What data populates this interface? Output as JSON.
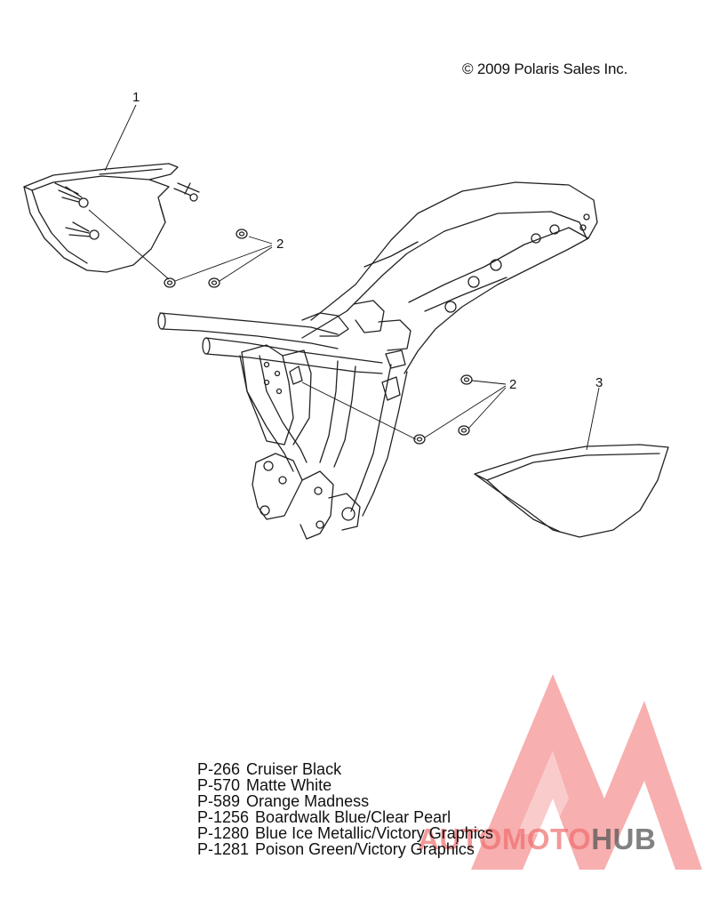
{
  "copyright": "© 2009 Polaris Sales Inc.",
  "callouts": [
    {
      "id": "1",
      "label": "1"
    },
    {
      "id": "2a",
      "label": "2"
    },
    {
      "id": "2b",
      "label": "2"
    },
    {
      "id": "3",
      "label": "3"
    }
  ],
  "legend": [
    {
      "code": "P-266",
      "name": "Cruiser Black"
    },
    {
      "code": "P-570",
      "name": "Matte White"
    },
    {
      "code": "P-589",
      "name": "Orange Madness"
    },
    {
      "code": "P-1256",
      "name": "Boardwalk Blue/Clear Pearl"
    },
    {
      "code": "P-1280",
      "name": "Blue Ice Metallic/Victory Graphics"
    },
    {
      "code": "P-1281",
      "name": "Poison Green/Victory Graphics"
    }
  ],
  "watermark": {
    "part_a": "AUTOMOTO",
    "part_b": "HUB",
    "color_a": "#f06d6d",
    "color_b": "#585858"
  }
}
